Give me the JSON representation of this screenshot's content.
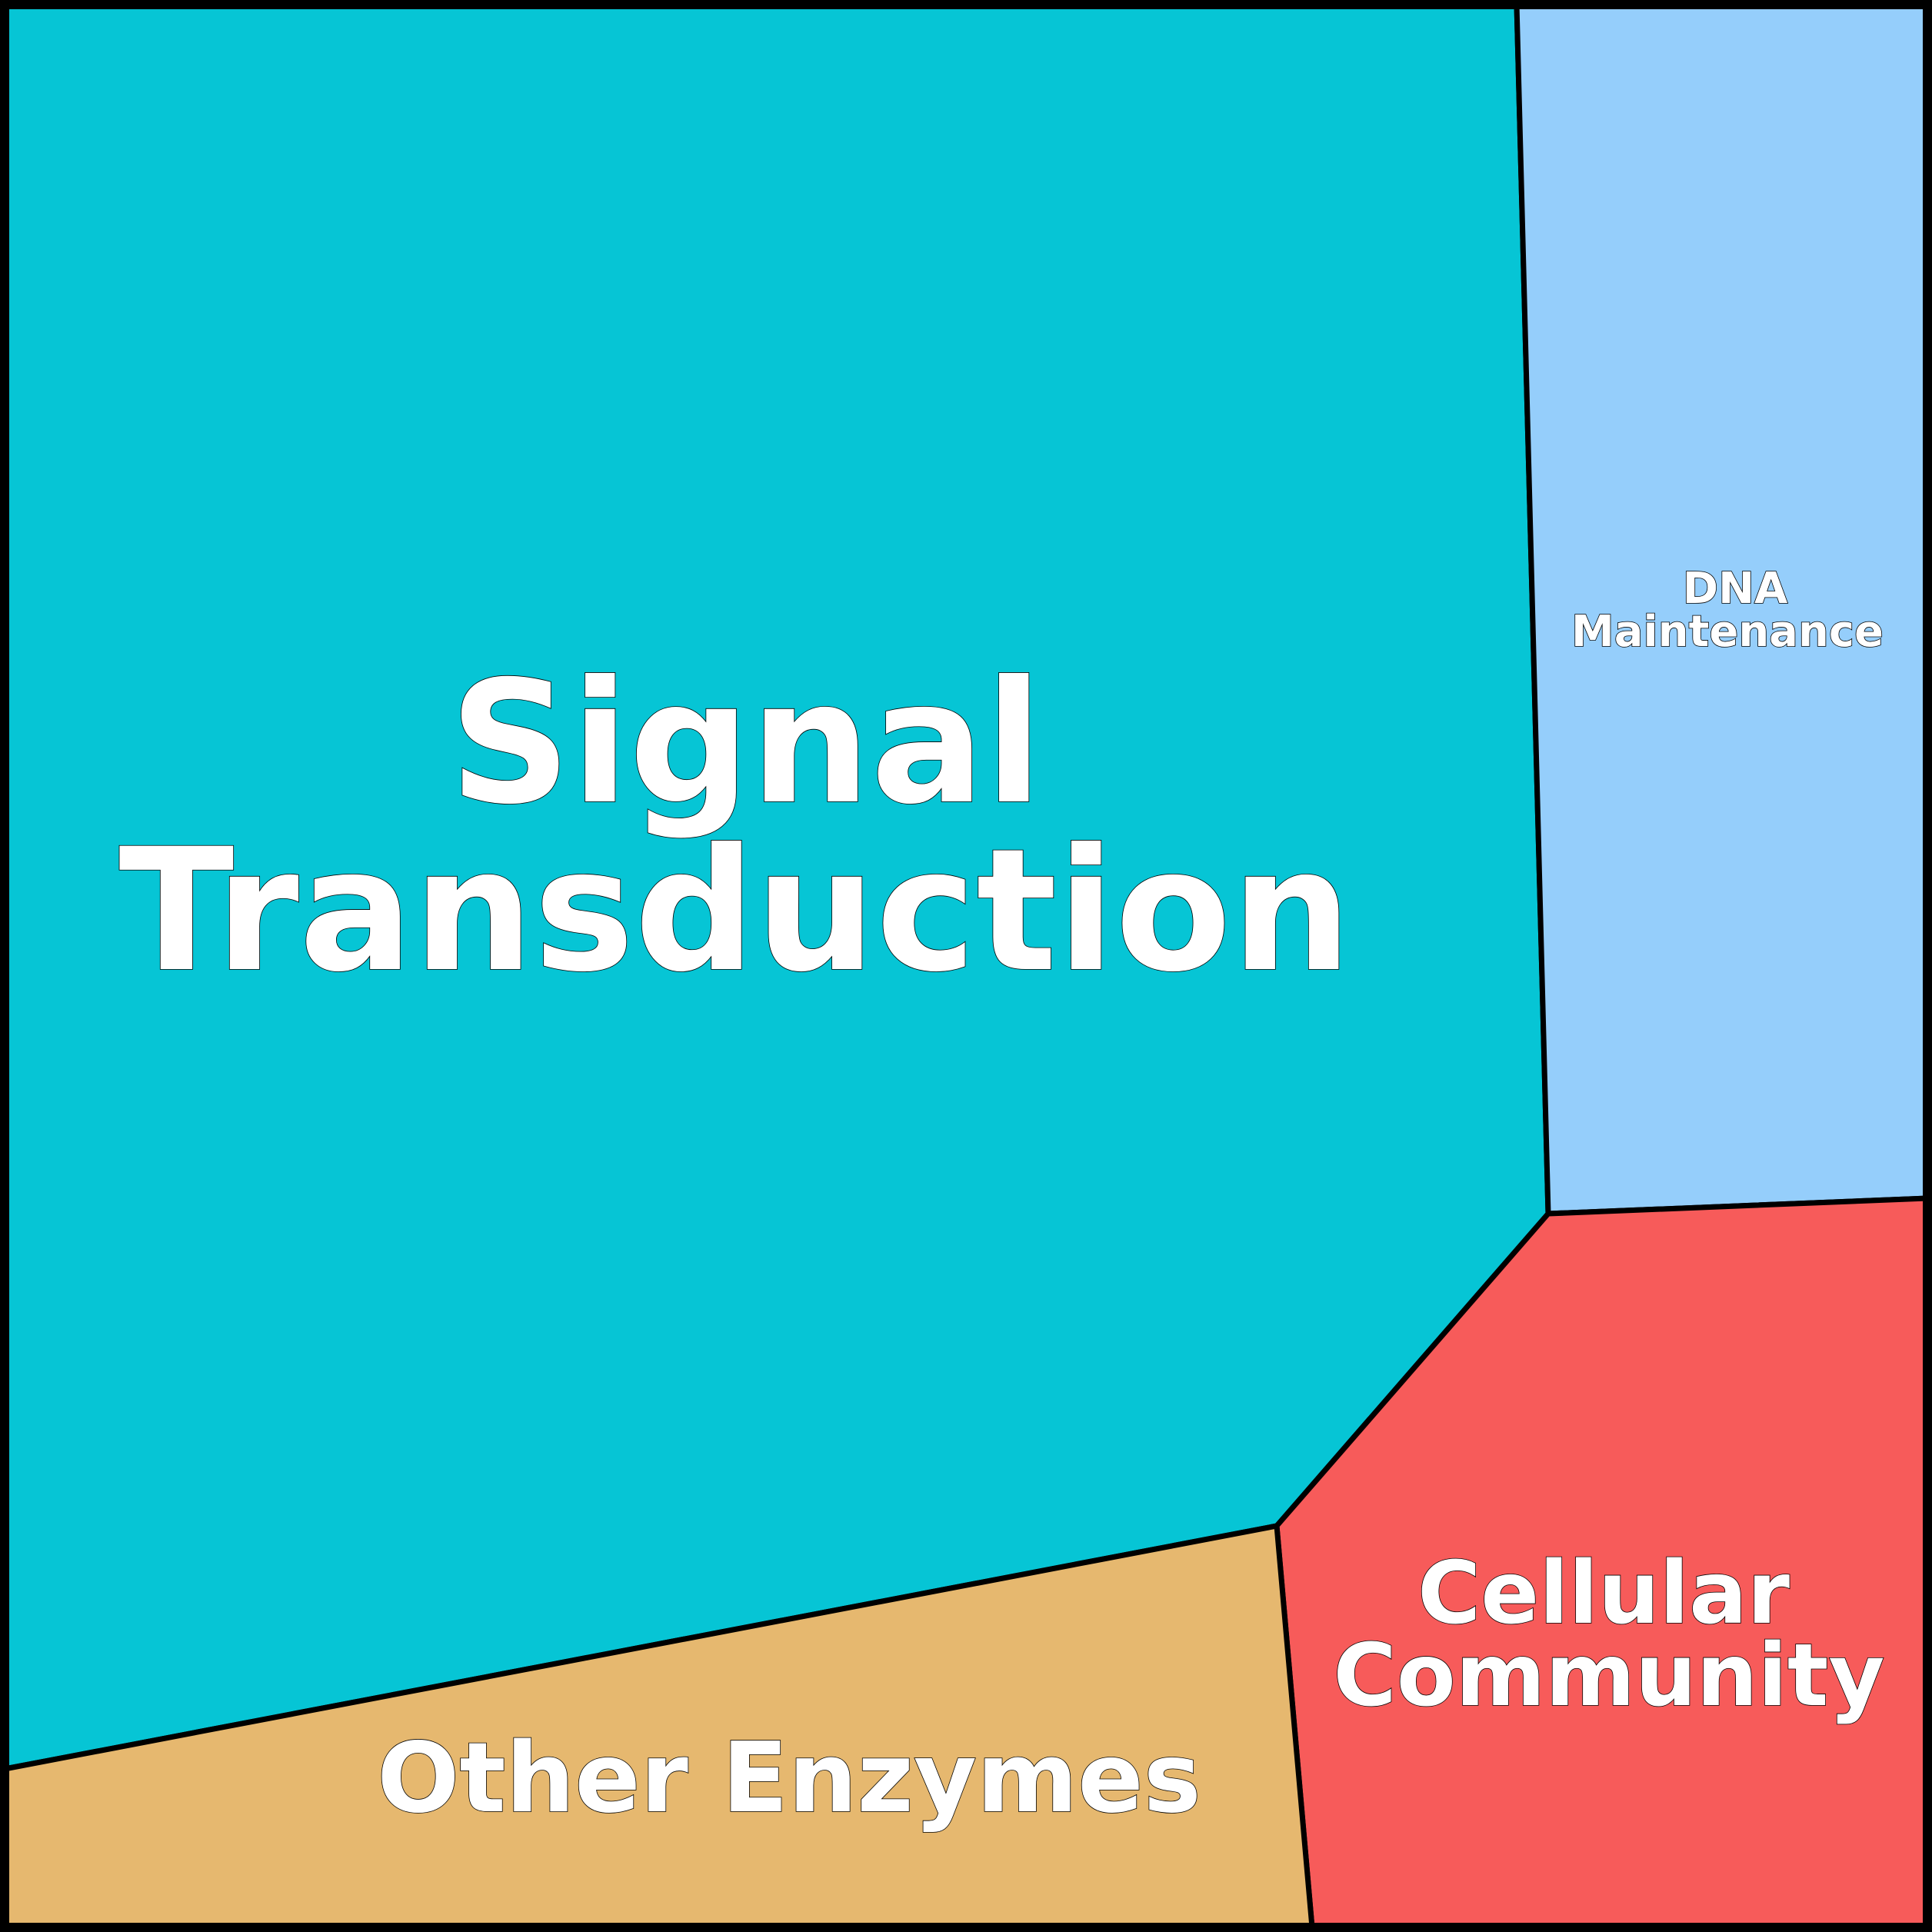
{
  "cells": [
    {
      "label_lines": [
        "Signal",
        "Transduction"
      ],
      "color": "#06C5D5"
    },
    {
      "label_lines": [
        "DNA",
        "Maintenance"
      ],
      "color": "#95CEFB"
    },
    {
      "label_lines": [
        "Cellular",
        "Community"
      ],
      "color": "#F75B5A"
    },
    {
      "label_lines": [
        "Other Enzymes"
      ],
      "color": "#E6B86F"
    }
  ],
  "frame_color": "#000000"
}
